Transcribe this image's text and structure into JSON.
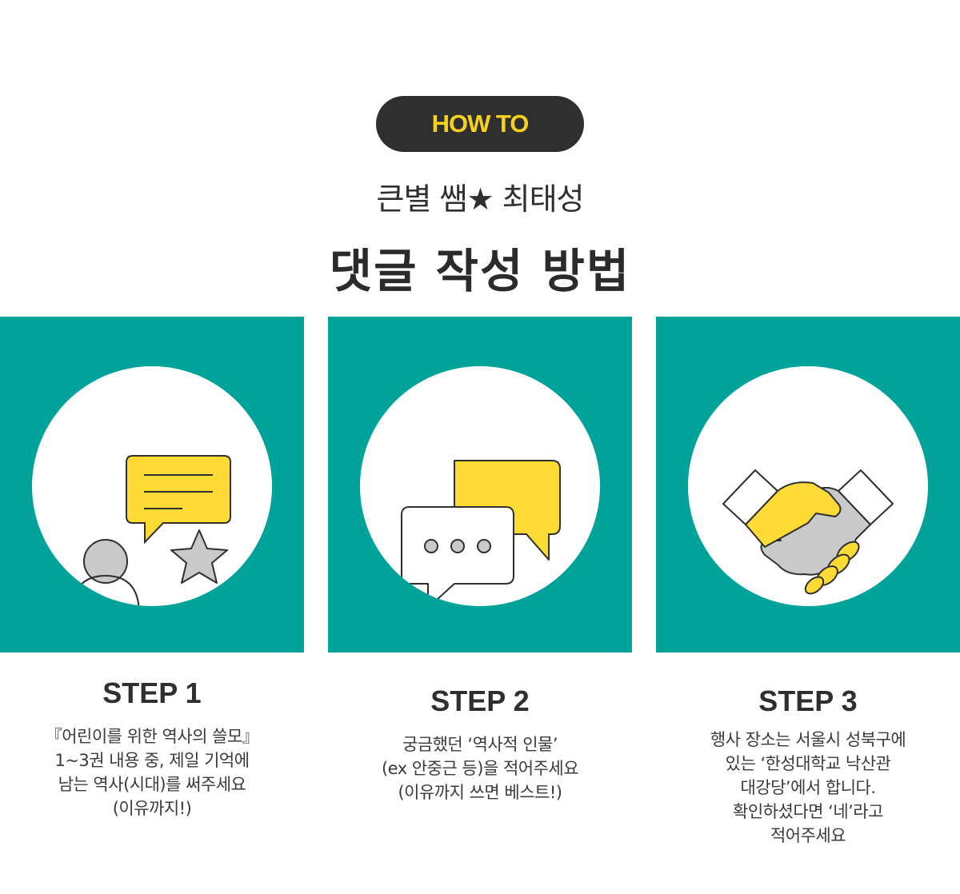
{
  "badge": "HOW TO",
  "subtitle": "큰별 쌤★ 최태성",
  "title": "댓글 작성 방법",
  "colors": {
    "panel": "#00a39a",
    "accent": "#f5d11c",
    "dark": "#2f2f2f",
    "gray": "#c9c9c9"
  },
  "steps": [
    {
      "icon": "person-speech-star-icon",
      "title": "STEP 1",
      "lines": [
        "『어린이를 위한 역사의 쓸모』",
        "1~3권 내용 중, 제일 기억에",
        "남는 역사(시대)를 써주세요",
        "(이유까지!)"
      ]
    },
    {
      "icon": "chat-bubbles-icon",
      "title": "STEP 2",
      "lines": [
        "궁금했던 ‘역사적 인물’",
        "(ex 안중근 등)을 적어주세요",
        "(이유까지 쓰면 베스트!)"
      ]
    },
    {
      "icon": "handshake-icon",
      "title": "STEP 3",
      "lines": [
        "행사 장소는 서울시 성북구에",
        "있는 ‘한성대학교 낙산관",
        "대강당’에서 합니다.",
        "확인하셨다면 ‘네’라고",
        "적어주세요"
      ]
    }
  ]
}
